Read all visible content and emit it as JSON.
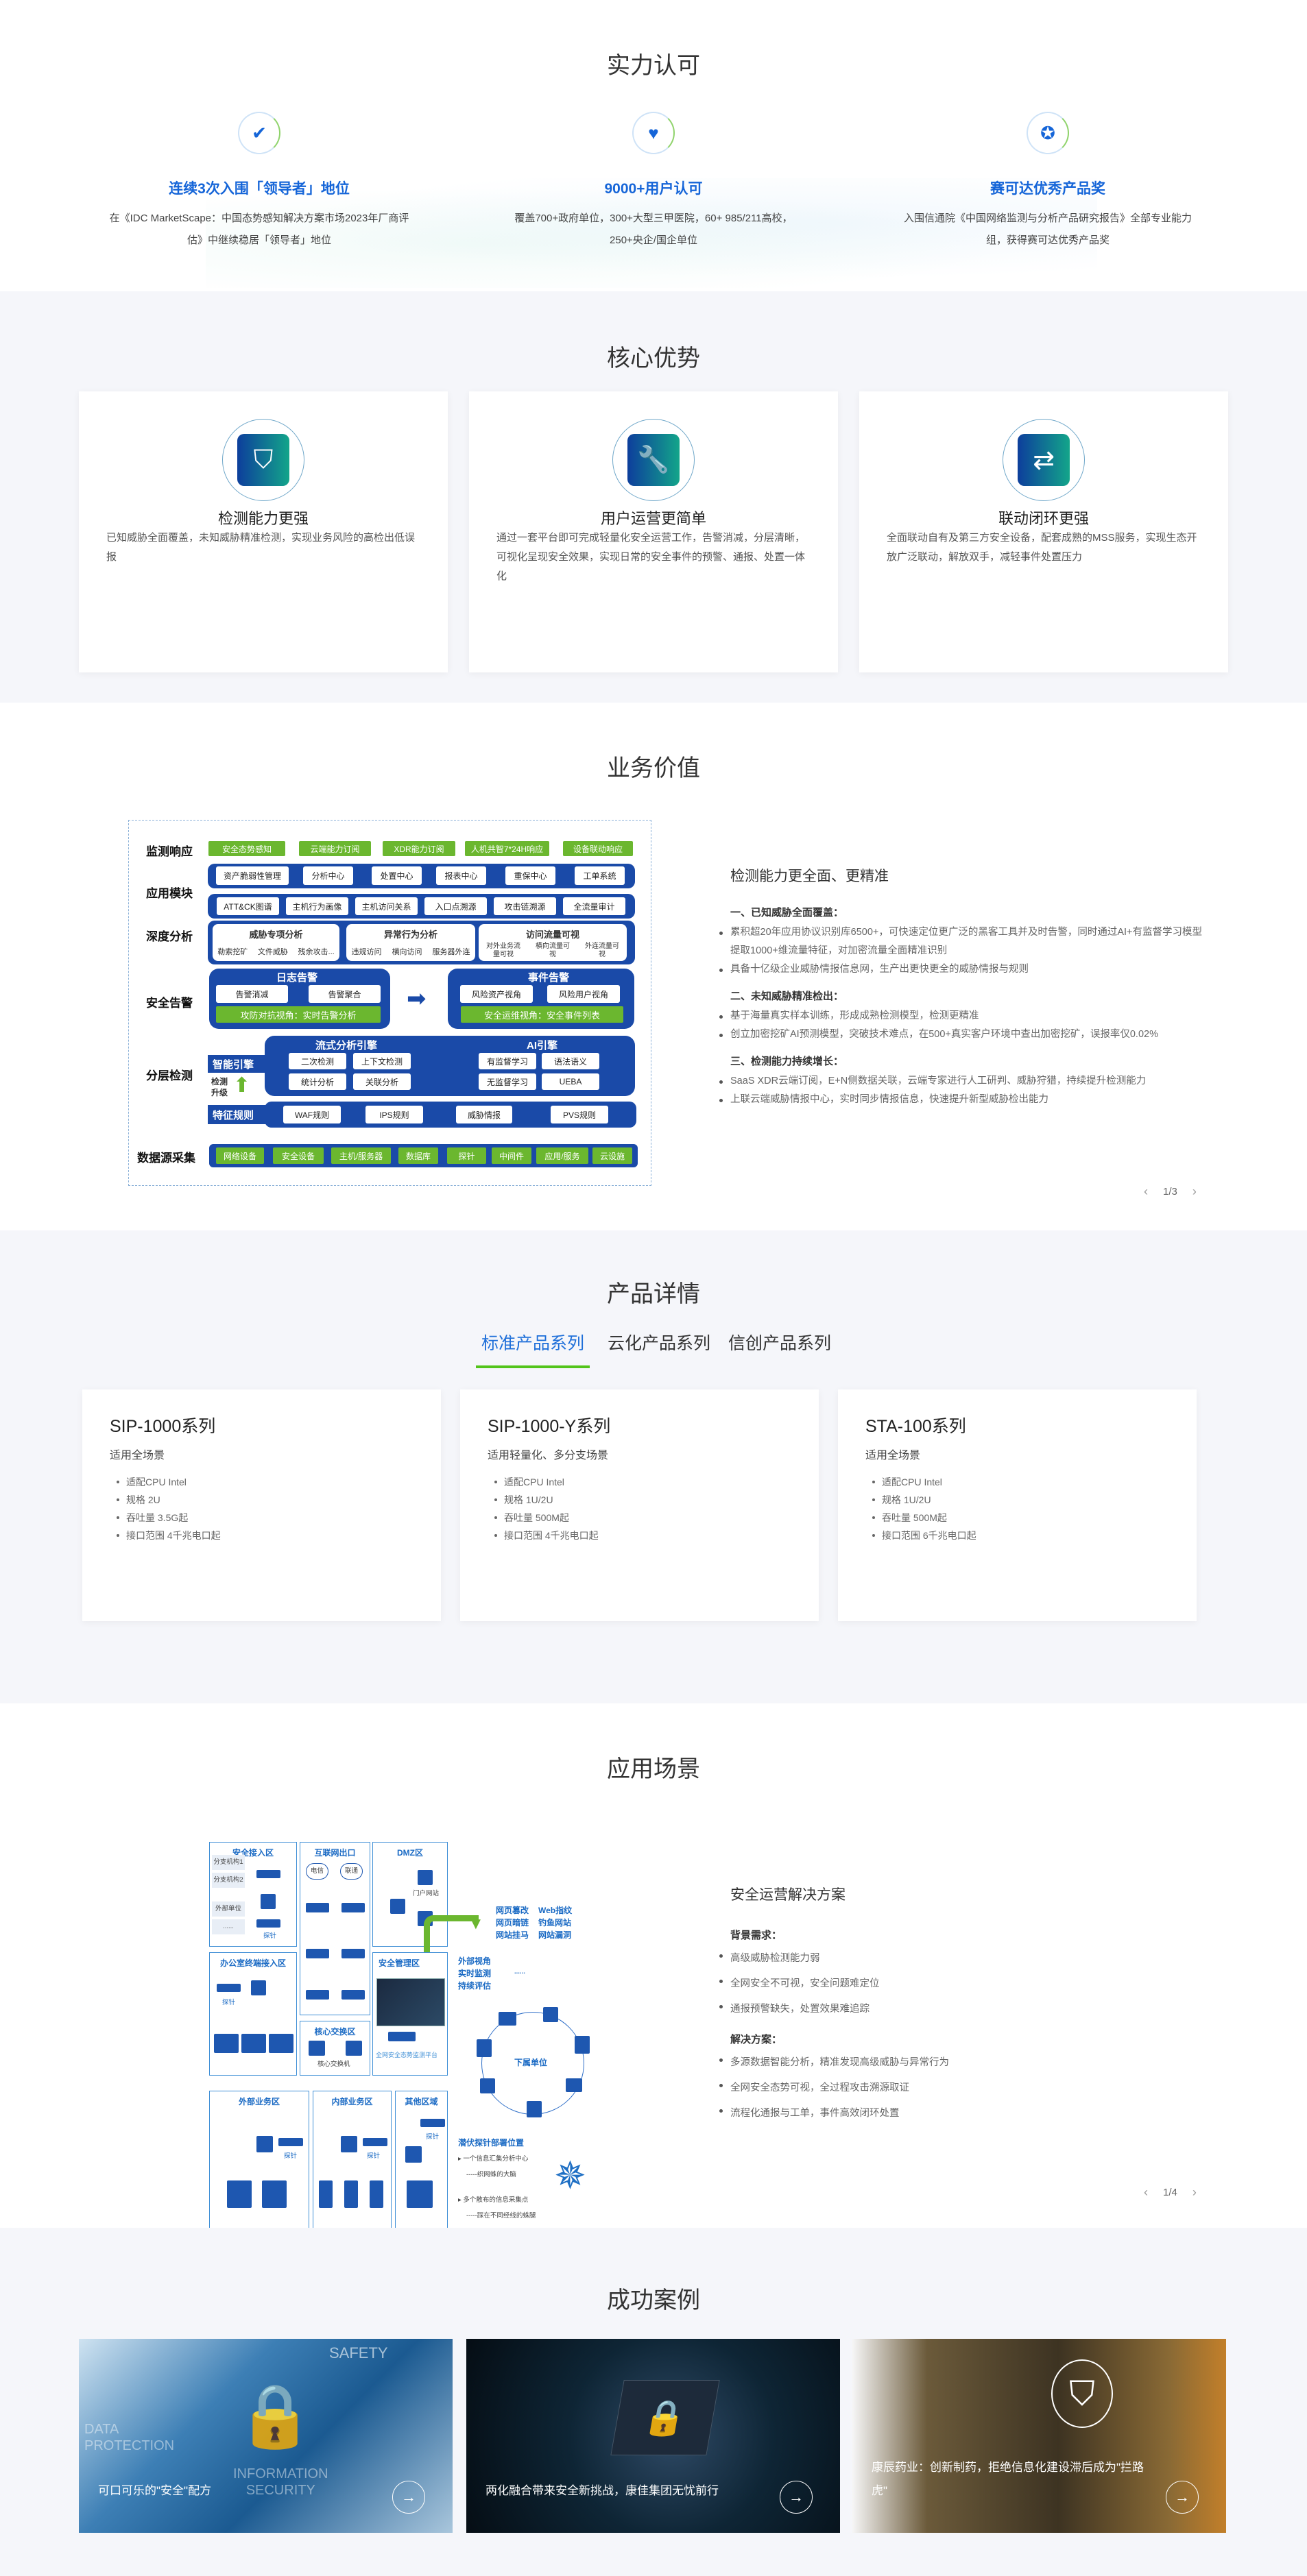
{
  "honors": {
    "title": "实力认可",
    "items": [
      {
        "icon": "shield-check-icon",
        "title": "连续3次入围「领导者」地位",
        "desc": "在《IDC MarketScape：中国态势感知解决方案市场2023年厂商评估》中继续稳居「领导者」地位"
      },
      {
        "icon": "heart-badge-icon",
        "title": "9000+用户认可",
        "desc": "覆盖700+政府单位，300+大型三甲医院，60+ 985/211高校，250+央企/国企单位"
      },
      {
        "icon": "award-ribbon-icon",
        "title": "赛可达优秀产品奖",
        "desc": "入围信通院《中国网络监测与分析产品研究报告》全部专业能力组，获得赛可达优秀产品奖"
      }
    ]
  },
  "advantages": {
    "title": "核心优势",
    "items": [
      {
        "icon": "shield-icon",
        "title": "检测能力更强",
        "desc": "已知威胁全面覆盖，未知威胁精准检测，实现业务风险的高检出低误报"
      },
      {
        "icon": "wrench-screen-icon",
        "title": "用户运营更简单",
        "desc": "通过一套平台即可完成轻量化安全运营工作，告警消减，分层清晰，可视化呈现安全效果，实现日常的安全事件的预警、通报、处置一体化"
      },
      {
        "icon": "sync-icon",
        "title": "联动闭环更强",
        "desc": "全面联动自有及第三方安全设备，配套成熟的MSS服务，实现生态开放广泛联动，解放双手，减轻事件处置压力"
      }
    ]
  },
  "value": {
    "title": "业务价值",
    "diagram": {
      "rows": {
        "monitor": "监测响应",
        "app": "应用模块",
        "deep": "深度分析",
        "alert": "安全告警",
        "layer": "分层检测",
        "data": "数据源采集"
      },
      "monitor_items": [
        "安全态势感知",
        "云端能力订阅",
        "XDR能力订阅",
        "人机共智7*24H响应",
        "设备联动响应"
      ],
      "app_items": [
        "资产脆弱性管理",
        "分析中心",
        "处置中心",
        "报表中心",
        "重保中心",
        "工单系统"
      ],
      "deep_items": [
        "ATT&CK图谱",
        "主机行为画像",
        "主机访问关系",
        "入口点溯源",
        "攻击链溯源",
        "全流量审计"
      ],
      "panels": [
        {
          "title": "威胁专项分析",
          "items": [
            "勒索挖矿",
            "文件威胁",
            "残余攻击..."
          ]
        },
        {
          "title": "异常行为分析",
          "items": [
            "违规访问",
            "横向访问",
            "服务器外连"
          ]
        },
        {
          "title": "访问流量可视",
          "items": [
            "对外业务流量可视",
            "横向流量可视",
            "外连流量可视"
          ]
        }
      ],
      "log_alert": {
        "title": "日志告警",
        "items": [
          "告警消减",
          "告警聚合"
        ],
        "bar": "攻防对抗视角：实时告警分析"
      },
      "event_alert": {
        "title": "事件告警",
        "items": [
          "风险资产视角",
          "风险用户视角"
        ],
        "bar": "安全运维视角：安全事件列表"
      },
      "smart": "智能引擎",
      "upgrade": "检测升级",
      "feature": "特征规则",
      "stream": {
        "title": "流式分析引擎",
        "items": [
          "二次检测",
          "上下文检测",
          "统计分析",
          "关联分析"
        ]
      },
      "ai": {
        "title": "AI引擎",
        "items": [
          "有监督学习",
          "语法语义",
          "无监督学习",
          "UEBA"
        ]
      },
      "rules": [
        "WAF规则",
        "IPS规则",
        "威胁情报",
        "PVS规则"
      ],
      "sources": [
        "网络设备",
        "安全设备",
        "主机/服务器",
        "数据库",
        "探针",
        "中间件",
        "应用/服务",
        "云设施"
      ]
    },
    "heading": "检测能力更全面、更精准",
    "groups": [
      {
        "title": "一、已知威胁全面覆盖：",
        "items": [
          "累积超20年应用协议识别库6500+，可快速定位更广泛的黑客工具并及时告警，同时通过AI+有监督学习模型提取1000+维流量特征，对加密流量全面精准识别",
          "具备十亿级企业威胁情报信息网，生产出更快更全的威胁情报与规则"
        ]
      },
      {
        "title": "二、未知威胁精准检出：",
        "items": [
          "基于海量真实样本训练，形成成熟检测模型，检测更精准",
          "创立加密挖矿AI预测模型，突破技术难点，在500+真实客户环境中查出加密挖矿，误报率仅0.02%"
        ]
      },
      {
        "title": "三、检测能力持续增长：",
        "items": [
          "SaaS XDR云端订阅，E+N侧数据关联，云端专家进行人工研判、威胁狩猎，持续提升检测能力",
          "上联云端威胁情报中心，实时同步情报信息，快速提升新型威胁检出能力"
        ]
      }
    ],
    "pager": "1/3"
  },
  "products": {
    "title": "产品详情",
    "tabs": [
      "标准产品系列",
      "云化产品系列",
      "信创产品系列"
    ],
    "items": [
      {
        "name": "SIP-1000系列",
        "scene": "适用全场景",
        "specs": [
          "适配CPU Intel",
          "规格 2U",
          "吞吐量 3.5G起",
          "接口范围 4千兆电口起"
        ]
      },
      {
        "name": "SIP-1000-Y系列",
        "scene": "适用轻量化、多分支场景",
        "specs": [
          "适配CPU Intel",
          "规格 1U/2U",
          "吞吐量 500M起",
          "接口范围 4千兆电口起"
        ]
      },
      {
        "name": "STA-100系列",
        "scene": "适用全场景",
        "specs": [
          "适配CPU Intel",
          "规格 1U/2U",
          "吞吐量 500M起",
          "接口范围 6千兆电口起"
        ]
      }
    ]
  },
  "scenarios": {
    "title": "应用场景",
    "diagram": {
      "zones": [
        "安全接入区",
        "互联网出口",
        "DMZ区",
        "办公室终端接入区",
        "核心交换区",
        "安全管理区",
        "外部业务区",
        "内部业务区",
        "其他区域"
      ],
      "branches": [
        "分支机构1",
        "分支机构2",
        "外部单位",
        "......"
      ],
      "isp": [
        "电信",
        "联通"
      ],
      "portal": "门户网站",
      "probe": "探针",
      "core_switch": "核心交换机",
      "platform": "全网安全态势监测平台",
      "threats": [
        "网页篡改",
        "Web指纹",
        "网页暗链",
        "钓鱼网站",
        "网站挂马",
        "网站漏洞"
      ],
      "external": [
        "外部视角",
        "实时监测",
        "持续评估"
      ],
      "ellipsis": "......",
      "subunits": "下属单位",
      "deploy_title": "潜伏探针部署位置",
      "deploy": [
        "一个信息汇集分析中心",
        "-----织网蛛的大脑",
        "多个散布的信息采集点",
        "-----踩在不同经线的蛛腿"
      ]
    },
    "heading": "安全运营解决方案",
    "groups": [
      {
        "title": "背景需求：",
        "items": [
          "高级威胁检测能力弱",
          "全网安全不可视，安全问题难定位",
          "通报预警缺失，处置效果难追踪"
        ]
      },
      {
        "title": "解决方案：",
        "items": [
          "多源数据智能分析，精准发现高级威胁与异常行为",
          "全网安全态势可视，全过程攻击溯源取证",
          "流程化通报与工单，事件高效闭环处置"
        ]
      }
    ],
    "pager": "1/4"
  },
  "cases": {
    "title": "成功案例",
    "items": [
      {
        "title": "可口可乐的\"安全\"配方",
        "img_text": [
          "SAFETY",
          "INFORMATION",
          "SECURITY",
          "DATA",
          "PROTECTION"
        ]
      },
      {
        "title": "两化融合带来安全新挑战，康佳集团无忧前行"
      },
      {
        "title": "康辰药业：创新制药，拒绝信息化建设滞后成为\"拦路虎\""
      }
    ]
  },
  "colors": {
    "brand": "#1565d8",
    "green": "#6bb72f",
    "diagram_blue": "#1a4aa8",
    "tab_underline": "#52c41a"
  }
}
